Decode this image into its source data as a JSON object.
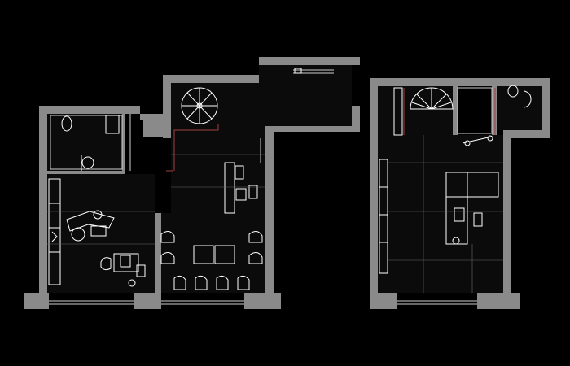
{
  "plan": {
    "background": "#000000",
    "wall_color": "#8a8a8a",
    "line_color": "#cfcfcf",
    "accent_color": "#a04040",
    "panels": [
      {
        "id": "lower-level",
        "features": [
          "spiral-staircase",
          "bathroom",
          "dental-chair",
          "desk",
          "meeting-table",
          "kitchen-counter"
        ]
      },
      {
        "id": "upper-level",
        "features": [
          "spiral-staircase",
          "bathroom",
          "desk",
          "built-in-shelving"
        ]
      }
    ]
  }
}
